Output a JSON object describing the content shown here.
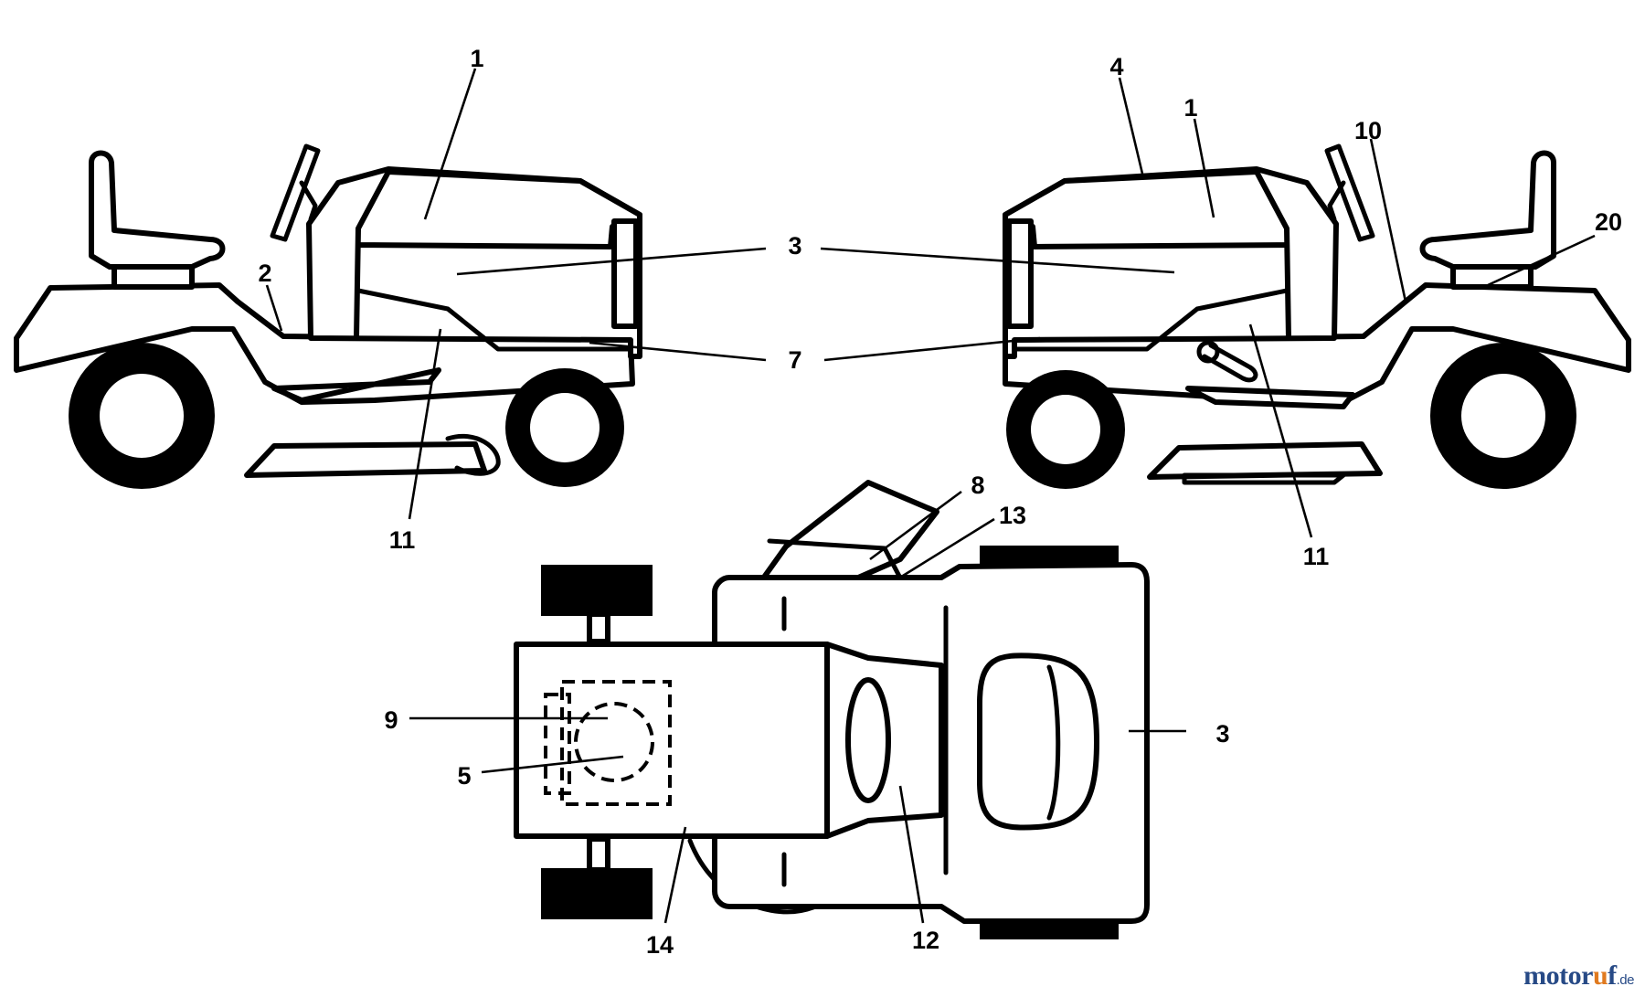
{
  "callouts": {
    "c1_left": "1",
    "c2": "2",
    "c3_side": "3",
    "c7": "7",
    "c11_left": "11",
    "c4": "4",
    "c1_right": "1",
    "c10": "10",
    "c20": "20",
    "c11_right": "11",
    "c8": "8",
    "c13": "13",
    "c9": "9",
    "c5": "5",
    "c3_top": "3",
    "c14": "14",
    "c12": "12"
  },
  "watermark": {
    "brand": "motor",
    "accent": "u",
    "brand_end": "f",
    "tld": ".de"
  },
  "colors": {
    "line": "#000000",
    "background": "#ffffff",
    "watermark_blue": "#274a86",
    "watermark_orange": "#e07a1f"
  }
}
